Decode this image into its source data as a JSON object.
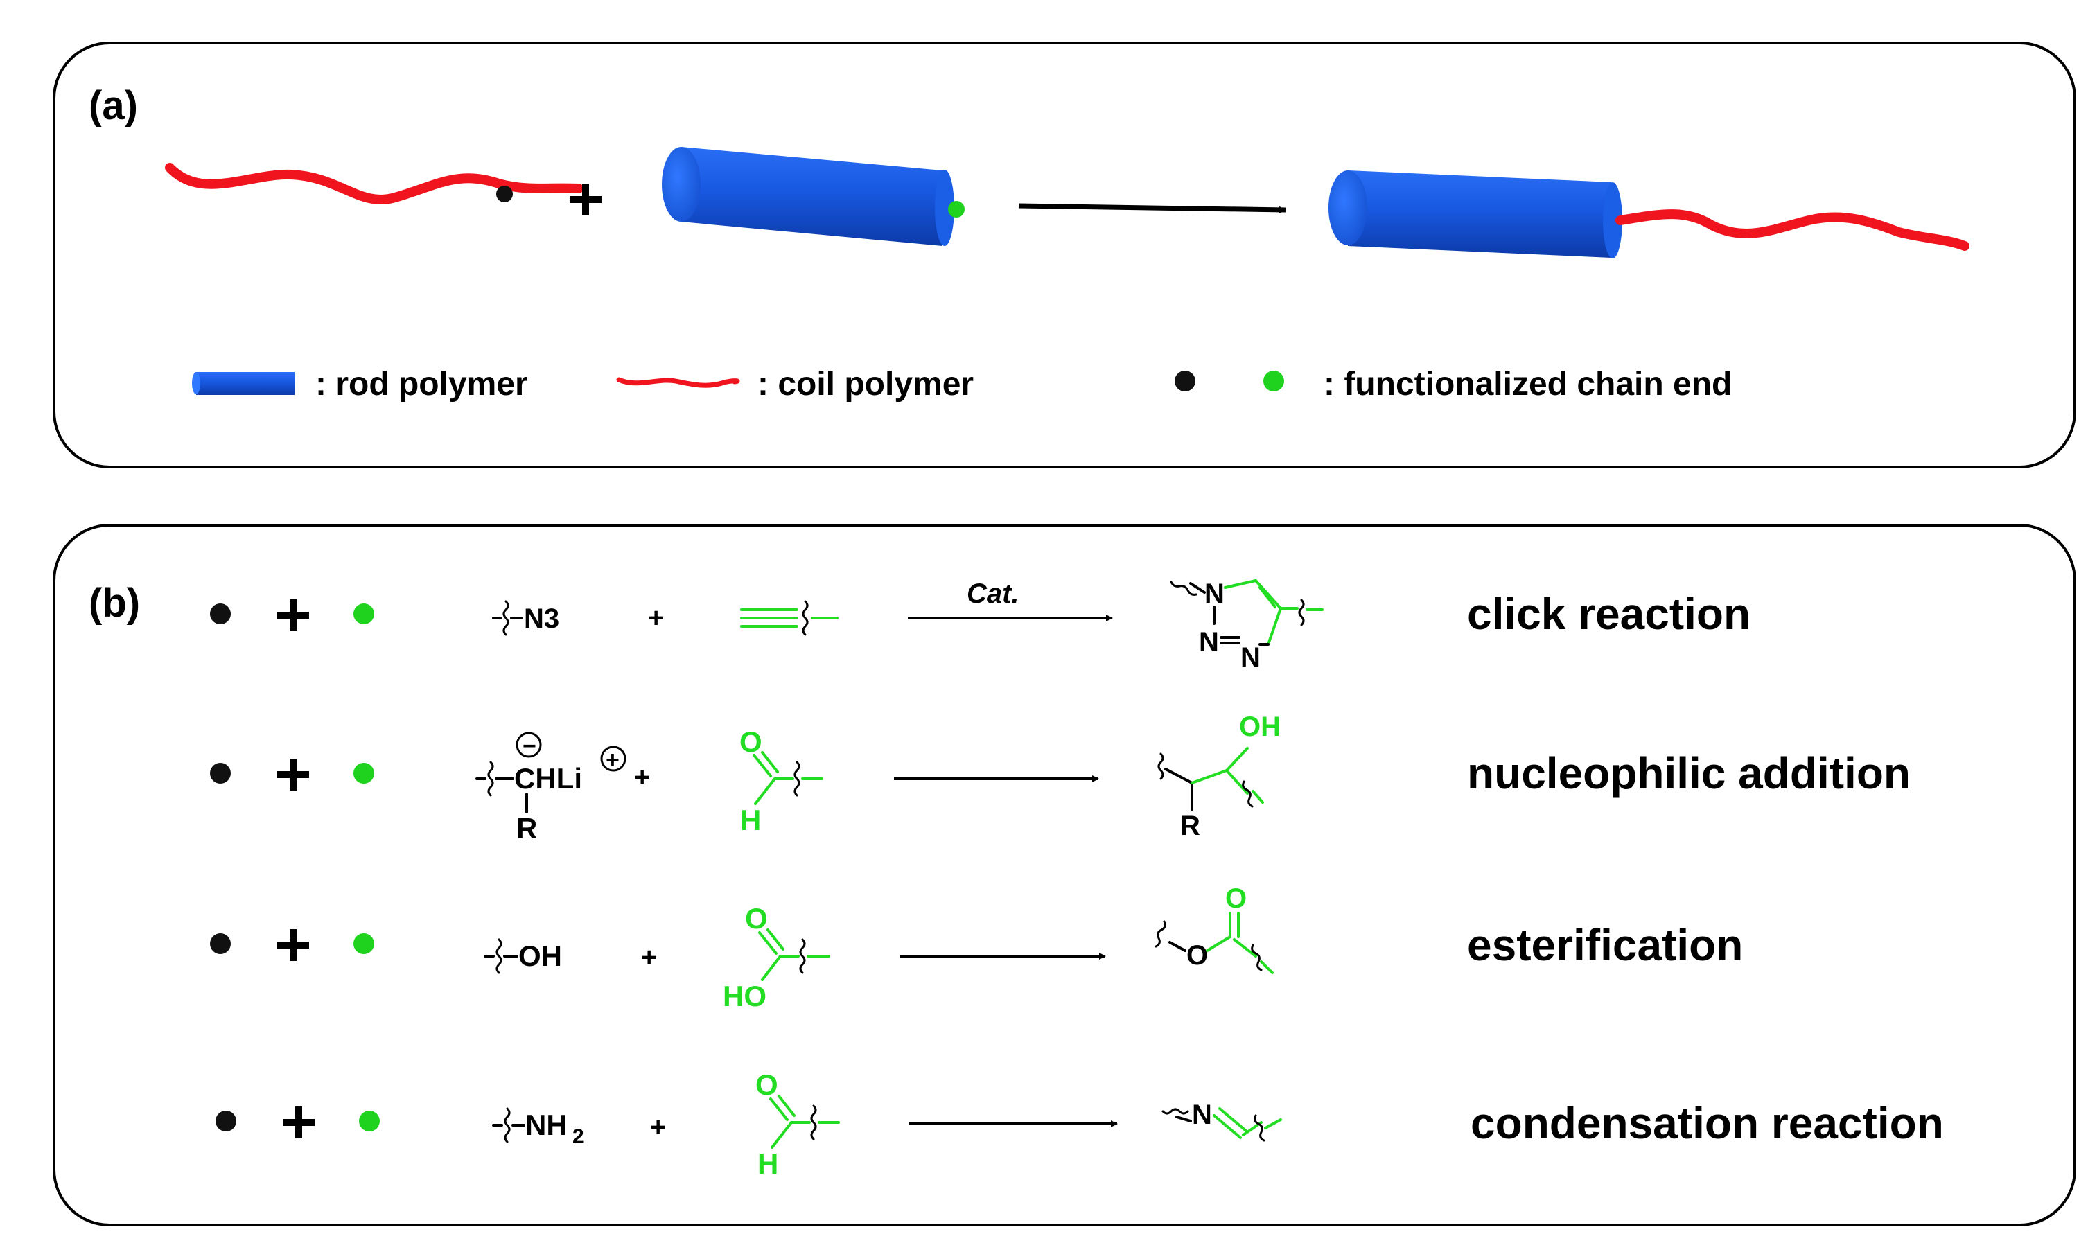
{
  "panel_a": {
    "label": "(a)",
    "legend": {
      "rod_label": ": rod polymer",
      "coil_label": ": coil polymer",
      "end_label": ": functionalized chain end"
    },
    "colors": {
      "rod": "#1a5fe6",
      "coil": "#f0141e",
      "end_black": "#111111",
      "end_green": "#1ed21e"
    }
  },
  "panel_b": {
    "label": "(b)",
    "reactions": [
      {
        "name": "click reaction",
        "reagent_a": "N3",
        "catalyst": "Cat.",
        "product_atoms": [
          "N",
          "N",
          "N"
        ]
      },
      {
        "name": "nucleophilic addition",
        "reagent_a": "CHLi",
        "reagent_a_sub": "R",
        "carbonyl_O": "O",
        "carbonyl_H": "H",
        "product_OH": "OH",
        "product_R": "R"
      },
      {
        "name": "esterification",
        "reagent_a": "OH",
        "carbonyl_O": "O",
        "acid_HO": "HO",
        "product_O": "O",
        "product_carbonyl_O": "O"
      },
      {
        "name": "condensation reaction",
        "reagent_a": "NH",
        "reagent_a_sub": "2",
        "carbonyl_O": "O",
        "carbonyl_H": "H",
        "product_N": "N"
      }
    ],
    "plus": "+",
    "charge_minus": "−",
    "charge_plus": "+"
  }
}
